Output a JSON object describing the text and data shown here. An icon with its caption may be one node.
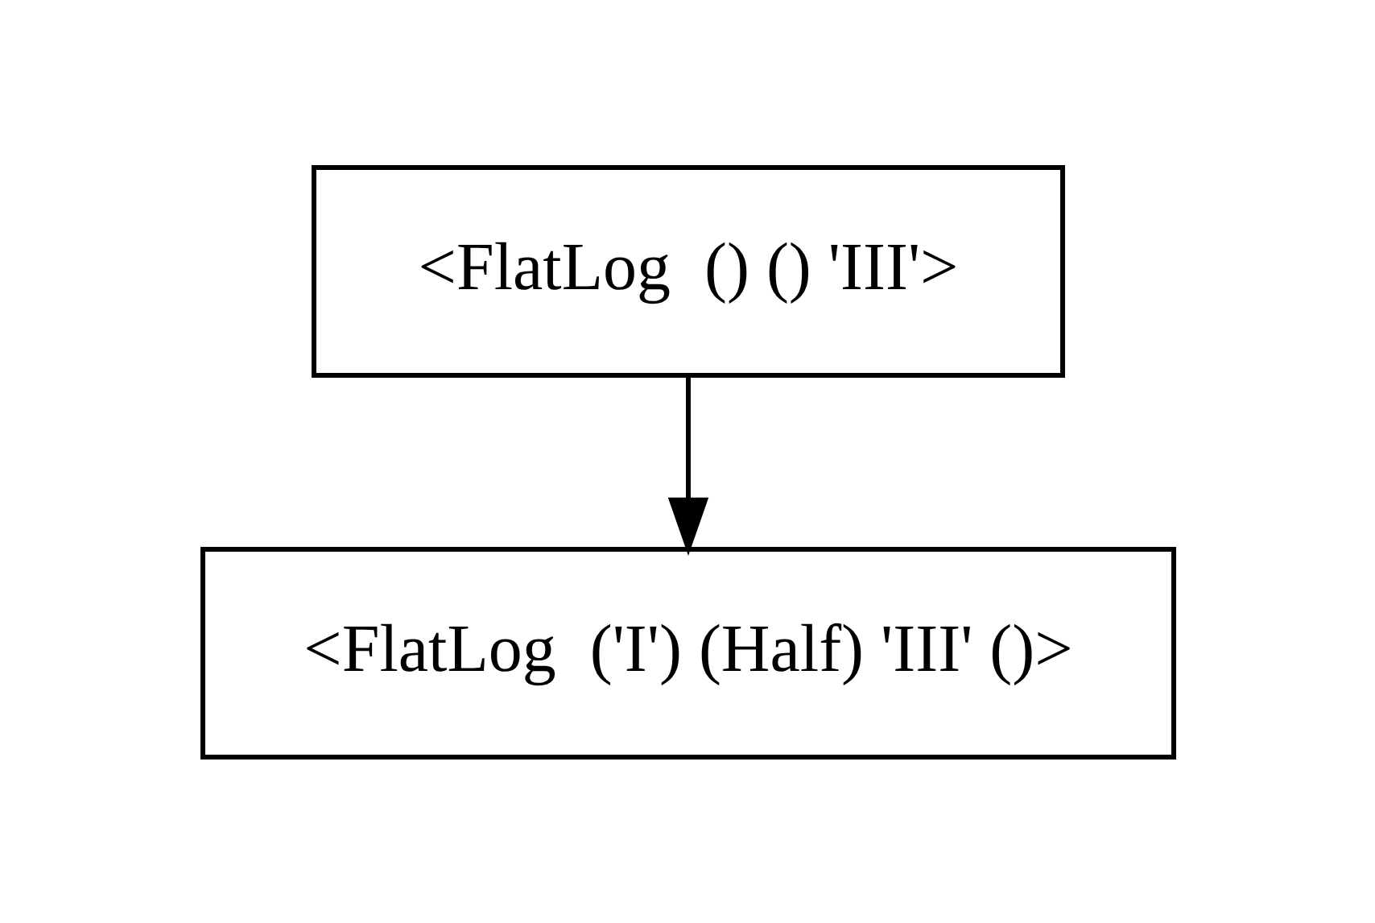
{
  "diagram": {
    "nodes": [
      {
        "text": [
          "<FlatLog  () () 'III'>"
        ]
      },
      {
        "text": [
          "<FlatLog  ('I') (Half) 'III' ()>"
        ]
      }
    ],
    "edges": [
      {
        "from": 0,
        "to": 1,
        "arrow": "to"
      }
    ]
  }
}
